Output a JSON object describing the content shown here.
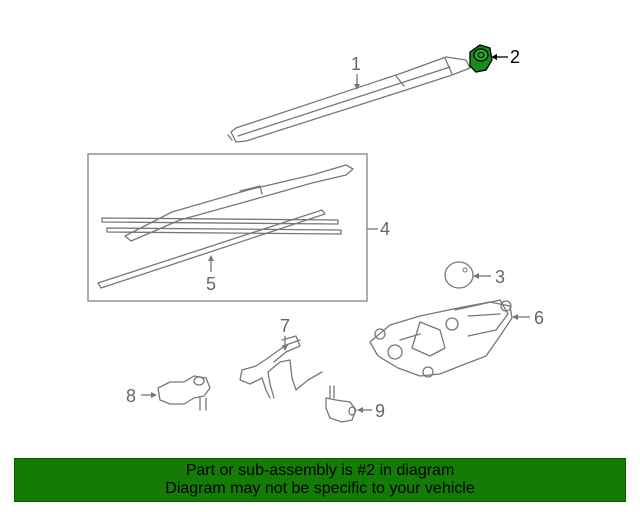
{
  "colors": {
    "highlight_fill": "#1a8a1a",
    "line_art": "#777777",
    "banner_bg": "#137b06",
    "banner_text": "#000000"
  },
  "callouts": [
    {
      "id": "1",
      "label": "1",
      "part": "wiper-arm"
    },
    {
      "id": "2",
      "label": "2",
      "part": "arm-nut",
      "highlighted": true
    },
    {
      "id": "3",
      "label": "3",
      "part": "cap"
    },
    {
      "id": "4",
      "label": "4",
      "part": "blade-assembly"
    },
    {
      "id": "5",
      "label": "5",
      "part": "blade-insert"
    },
    {
      "id": "6",
      "label": "6",
      "part": "wiper-motor"
    },
    {
      "id": "7",
      "label": "7",
      "part": "washer-hose"
    },
    {
      "id": "8",
      "label": "8",
      "part": "hose-connector"
    },
    {
      "id": "9",
      "label": "9",
      "part": "washer-nozzle"
    }
  ],
  "banner": {
    "line1": "Part or sub-assembly is #2 in diagram",
    "line2": "Diagram may not be specific to your vehicle"
  }
}
